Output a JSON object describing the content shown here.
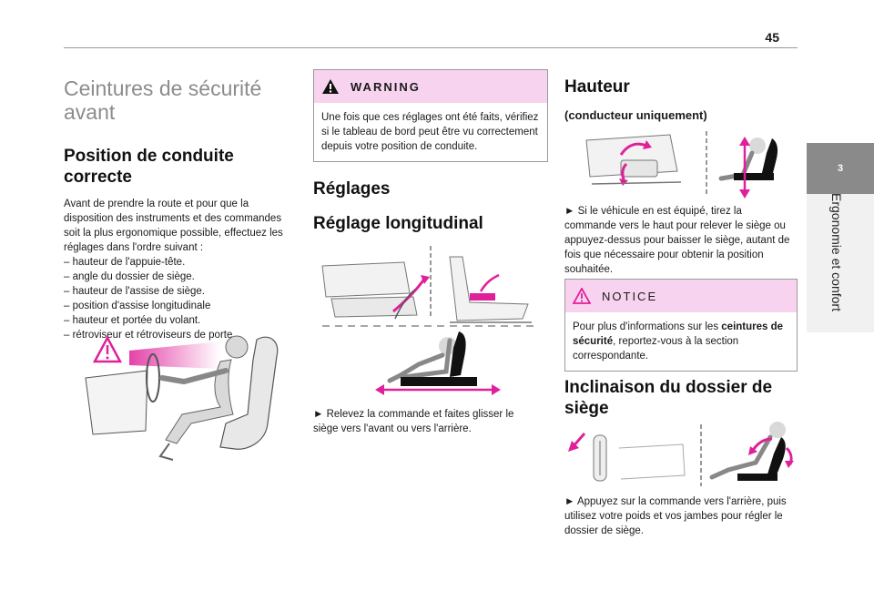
{
  "page": {
    "number": "45",
    "chapter_number": "3",
    "chapter_title": "Ergonomie et confort"
  },
  "col1": {
    "title": "Ceintures de sécurité avant",
    "heading": "Position de conduite correcte",
    "intro": "Avant de prendre la route et pour que la disposition des instruments et des commandes soit la plus ergonomique possible, effectuez les réglages dans l'ordre suivant :",
    "items": [
      "– hauteur de l'appuie-tête.",
      "– angle du dossier de siège.",
      "– hauteur de l'assise de siège.",
      "– position d'assise longitudinale",
      "– hauteur et portée du volant.",
      "– rétroviseur et rétroviseurs de porte."
    ]
  },
  "warning": {
    "label": "WARNING",
    "text": "Une fois que ces réglages ont été faits, vérifiez si le tableau de bord peut être vu correctement depuis votre position de conduite."
  },
  "col2": {
    "heading": "Réglages",
    "subheading": "Réglage longitudinal",
    "instruction": "► Relevez la commande et faites glisser le siège vers l'avant ou vers l'arrière."
  },
  "col3": {
    "heading": "Hauteur",
    "subheading": "(conducteur uniquement)",
    "instruction": "► Si le véhicule en est équipé, tirez la commande vers le haut pour relever le siège ou appuyez-dessus pour baisser le siège, autant de fois que nécessaire pour obtenir la position souhaitée.",
    "heading2": "Inclinaison du dossier de siège",
    "instruction2": "► Appuyez sur la commande vers l'arrière, puis utilisez votre poids et vos jambes pour régler le dossier de siège."
  },
  "notice": {
    "label": "NOTICE",
    "text_before": "Pour plus d'informations sur les ",
    "text_bold": "ceintures de sécurité",
    "text_after": ", reportez-vous à la section correspondante."
  },
  "colors": {
    "accent": "#e0209a",
    "warning_bg": "#f8d3ef",
    "tab": "#8a8a8a"
  }
}
